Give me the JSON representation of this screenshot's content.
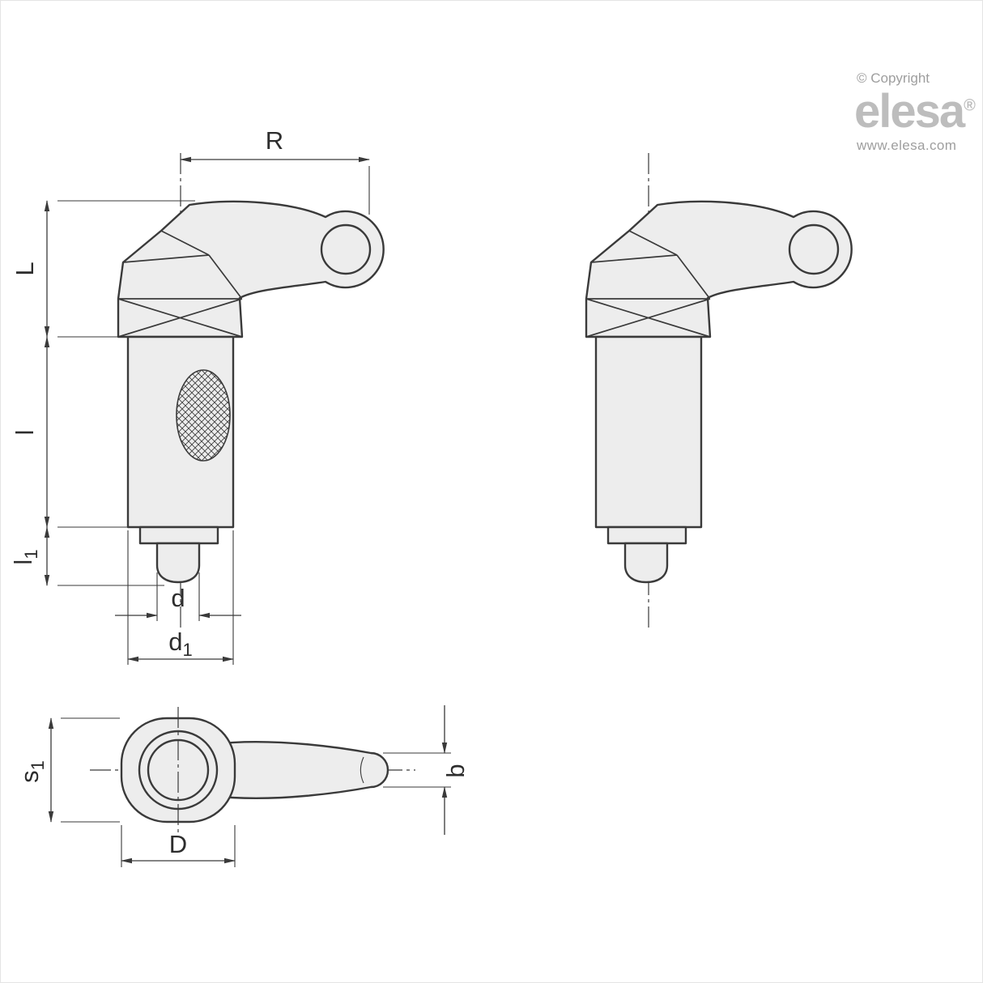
{
  "branding": {
    "copyright": "© Copyright",
    "logo": "elesa",
    "registered": "®",
    "website": "www.elesa.com"
  },
  "dim_labels": {
    "R": "R",
    "L": "L",
    "l": "l",
    "l1_base": "l",
    "l1_sub": "1",
    "d": "d",
    "d1_base": "d",
    "d1_sub": "1",
    "s1_base": "s",
    "s1_sub": "1",
    "D": "D",
    "b": "b"
  },
  "colors": {
    "line": "#3a3a3a",
    "part_fill": "#ededed",
    "logo_gray": "#bdbdbd",
    "text_gray": "#9e9e9e"
  }
}
